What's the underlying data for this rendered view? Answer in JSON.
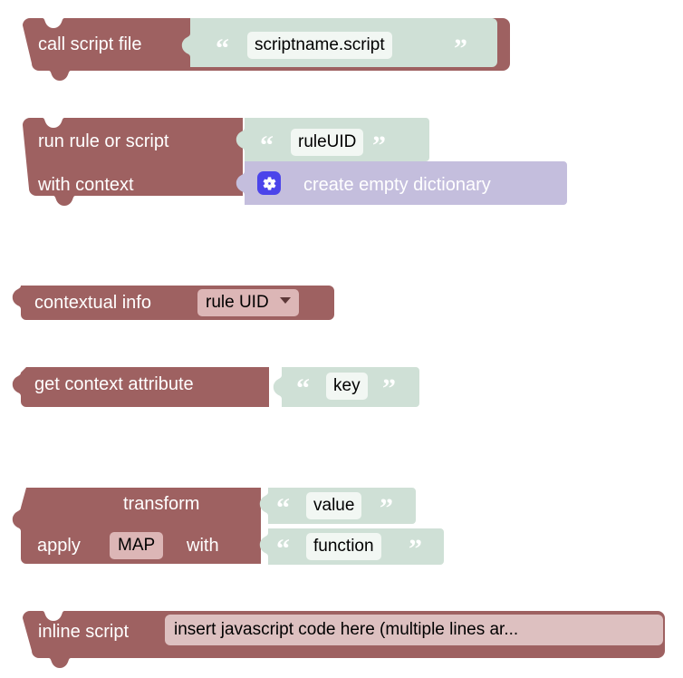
{
  "workspace": {
    "name": "blockly-workspace",
    "background": "#ffffff"
  },
  "colors": {
    "statement_block": "#9e6161",
    "statement_block_dark_edge": "#7f4b4b",
    "string_block": "#cfe0d6",
    "dictionary_block": "#c4bedd",
    "text_field": "#f2f7f3",
    "dropdown_field": "#dcb6b6",
    "gear_button": "#4b44ea",
    "label_text": "#ffffff",
    "field_text": "#000000"
  },
  "blocks": [
    {
      "id": "call-script-file",
      "kind": "statement",
      "label": "call script file",
      "value_block": {
        "kind": "string",
        "field_value": "scriptname.script",
        "open_quote": "“",
        "close_quote": "”"
      }
    },
    {
      "id": "run-rule-or-script",
      "kind": "statement",
      "rows": [
        {
          "label": "run rule or script",
          "value_block": {
            "kind": "string",
            "field_value": "ruleUID",
            "open_quote": "“",
            "close_quote": "”"
          }
        },
        {
          "label": "with context",
          "value_block": {
            "kind": "dictionary",
            "mutator_icon": "gear-icon",
            "label": "create empty dictionary"
          }
        }
      ]
    },
    {
      "id": "contextual-info",
      "kind": "value",
      "label": "contextual info",
      "dropdown": {
        "selected": "rule UID",
        "icon": "chevron-down-icon"
      }
    },
    {
      "id": "get-context-attribute",
      "kind": "value",
      "label": "get context attribute",
      "value_block": {
        "kind": "string",
        "field_value": "key",
        "open_quote": "“",
        "close_quote": "”"
      }
    },
    {
      "id": "transform",
      "kind": "value",
      "rows": [
        {
          "label": "transform",
          "value_block": {
            "kind": "string",
            "field_value": "value",
            "open_quote": "“",
            "close_quote": "”"
          }
        },
        {
          "label_before": "apply",
          "dropdown": {
            "selected": "MAP"
          },
          "label_after": "with",
          "value_block": {
            "kind": "string",
            "field_value": "function",
            "open_quote": "“",
            "close_quote": "”"
          }
        }
      ]
    },
    {
      "id": "inline-script",
      "kind": "statement",
      "label": "inline script",
      "code_field": "insert javascript code here (multiple lines ar..."
    }
  ]
}
